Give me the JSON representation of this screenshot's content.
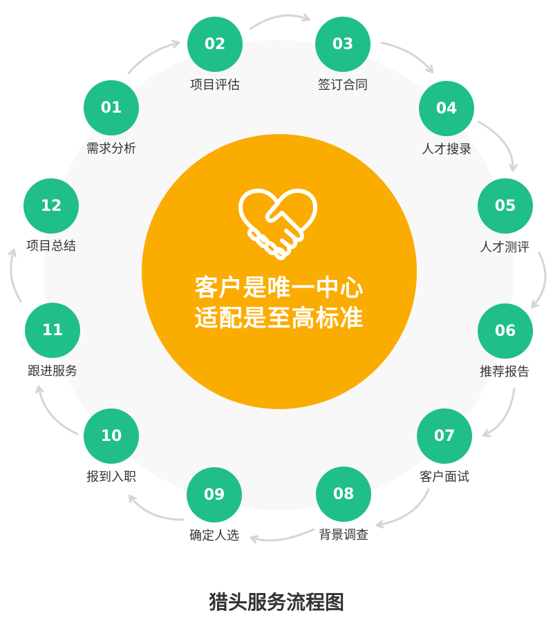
{
  "center": {
    "line1": "客户是唯一中心",
    "line2": "适配是至高标准",
    "icon": "handshake-heart-icon"
  },
  "steps": [
    {
      "num": "01",
      "label": "需求分析"
    },
    {
      "num": "02",
      "label": "项目评估"
    },
    {
      "num": "03",
      "label": "签订合同"
    },
    {
      "num": "04",
      "label": "人才搜录"
    },
    {
      "num": "05",
      "label": "人才测评"
    },
    {
      "num": "06",
      "label": "推荐报告"
    },
    {
      "num": "07",
      "label": "客户面试"
    },
    {
      "num": "08",
      "label": "背景调查"
    },
    {
      "num": "09",
      "label": "确定人选"
    },
    {
      "num": "10",
      "label": "报到入职"
    },
    {
      "num": "11",
      "label": "跟进服务"
    },
    {
      "num": "12",
      "label": "项目总结"
    }
  ],
  "caption": "猎头服务流程图",
  "colors": {
    "node_green": "#1fbe8a",
    "center_orange": "#fbac00",
    "ring_bg": "#f8f8f8",
    "arrow_gray": "#d5d5d5",
    "text": "#333333"
  }
}
